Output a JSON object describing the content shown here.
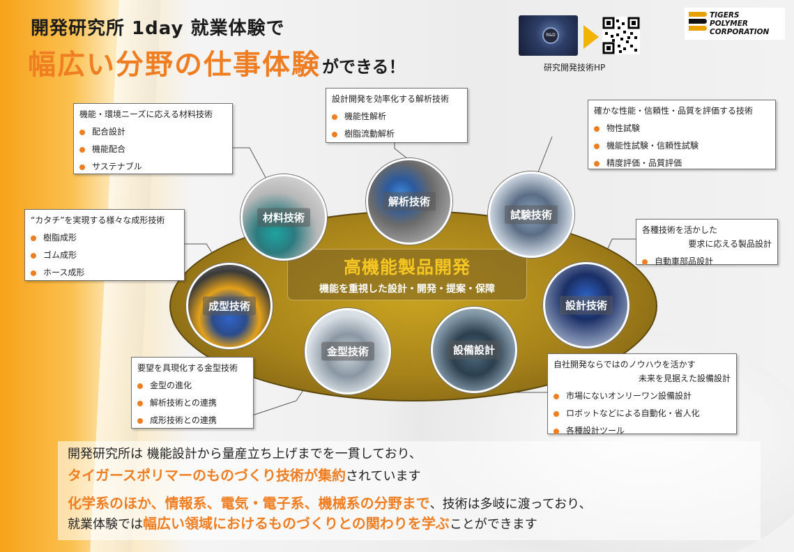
{
  "header": {
    "title": "開発研究所 1day 就業体験で",
    "headline": "幅広い分野の仕事体験",
    "headline_suffix": "ができる！"
  },
  "hp": {
    "caption": "研究開発技術HP",
    "thumb_text": "R&D"
  },
  "logo": {
    "line1": "TIGERS",
    "line2": "POLYMER",
    "line3": "CORPORATION"
  },
  "center": {
    "title": "高機能製品開発",
    "subtitle": "機能を重視した設計・開発・提案・保障"
  },
  "nodes": {
    "material": "材料技術",
    "analysis": "解析技術",
    "testing": "試験技術",
    "molding": "成型技術",
    "die": "金型技術",
    "equipment": "設備設計",
    "design": "設計技術"
  },
  "boxes": {
    "material": {
      "heading": "機能・環境ニーズに応える材料技術",
      "items": [
        "配合設計",
        "機能配合",
        "サステナブル"
      ]
    },
    "analysis": {
      "heading": "設計開発を効率化する解析技術",
      "items": [
        "機能性解析",
        "樹脂流動解析"
      ]
    },
    "testing": {
      "heading": "確かな性能・信頼性・品質を評価する技術",
      "items": [
        "物性試験",
        "機能性試験・信頼性試験",
        "精度評価・品質評価"
      ]
    },
    "molding": {
      "heading": "“カタチ”を実現する様々な成形技術",
      "items": [
        "樹脂成形",
        "ゴム成形",
        "ホース成形"
      ]
    },
    "requirement": {
      "heading": "各種技術を活かした",
      "heading2": "要求に応える製品設計",
      "items": [
        "自動車部品設計"
      ]
    },
    "die": {
      "heading": "要望を具現化する金型技術",
      "items": [
        "金型の進化",
        "解析技術との連携",
        "成形技術との連携"
      ]
    },
    "equipment": {
      "heading": "自社開発ならではのノウハウを活かす",
      "heading2": "未来を見据えた設備設計",
      "items": [
        "市場にないオンリーワン設備設計",
        "ロボットなどによる自動化・省人化",
        "各種設計ツール"
      ]
    }
  },
  "bottom": {
    "l1": "開発研究所は 機能設計から量産立ち上げまでを一貫しており、",
    "l2_hl": "タイガースポリマーのものづくり技術が集約",
    "l2_rest": "されています",
    "l3_hl": "化学系のほか、情報系、電気・電子系、機械系の分野まで",
    "l3_rest": "、技術は多岐に渡っており、",
    "l4_pre": "就業体験では",
    "l4_hl": "幅広い領域におけるものづくりとの関わりを学ぶ",
    "l4_rest": "ことができます"
  },
  "colors": {
    "accent": "#ef7d22",
    "gold": "#f6c623",
    "bullet": "#ef7d22"
  }
}
